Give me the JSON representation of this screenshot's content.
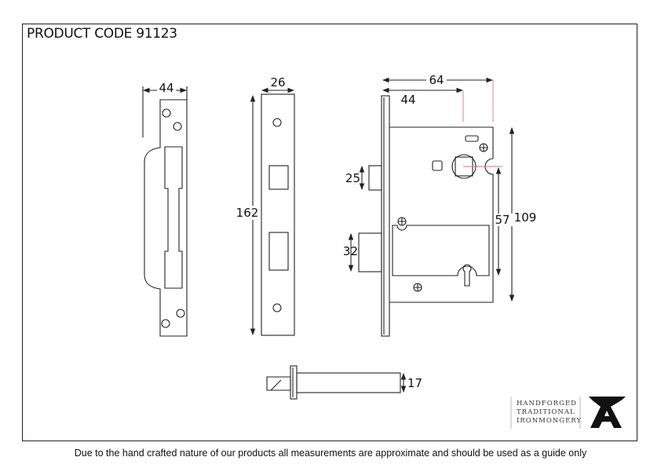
{
  "title": "PRODUCT CODE 91123",
  "footer": "Due to the hand crafted nature of our products all measurements are approximate and should be used as a guide only",
  "dimensions": {
    "forend_width": "44",
    "strike_width": "26",
    "strike_height": "162",
    "case_depth": "64",
    "backset": "44",
    "latch_height": "25",
    "deadbolt_height": "32",
    "centres": "57",
    "case_height": "109",
    "spindle": "17"
  },
  "logo": {
    "line1": "HANDFORGED",
    "line2": "TRADITIONAL",
    "line3": "IRONMONGERY"
  }
}
